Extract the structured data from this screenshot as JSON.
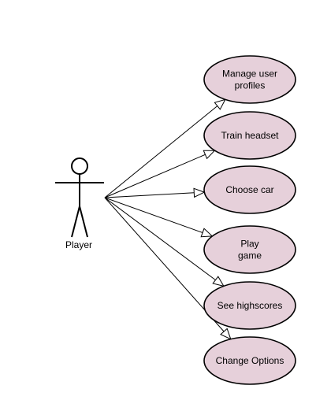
{
  "actor": {
    "name": "Player"
  },
  "use_cases": [
    {
      "id": "manage-user-profiles",
      "lines": [
        "Manage user",
        "profiles"
      ]
    },
    {
      "id": "train-headset",
      "lines": [
        "Train headset"
      ]
    },
    {
      "id": "choose-car",
      "lines": [
        "Choose car"
      ]
    },
    {
      "id": "play-game",
      "lines": [
        "Play",
        "game"
      ]
    },
    {
      "id": "see-highscores",
      "lines": [
        "See highscores"
      ]
    },
    {
      "id": "change-options",
      "lines": [
        "Change Options"
      ]
    }
  ],
  "colors": {
    "usecase_fill": "#e6d0da",
    "stroke": "#000000",
    "arrowhead_fill": "#ffffff"
  },
  "relationship": "association-arrow-open-triangle"
}
